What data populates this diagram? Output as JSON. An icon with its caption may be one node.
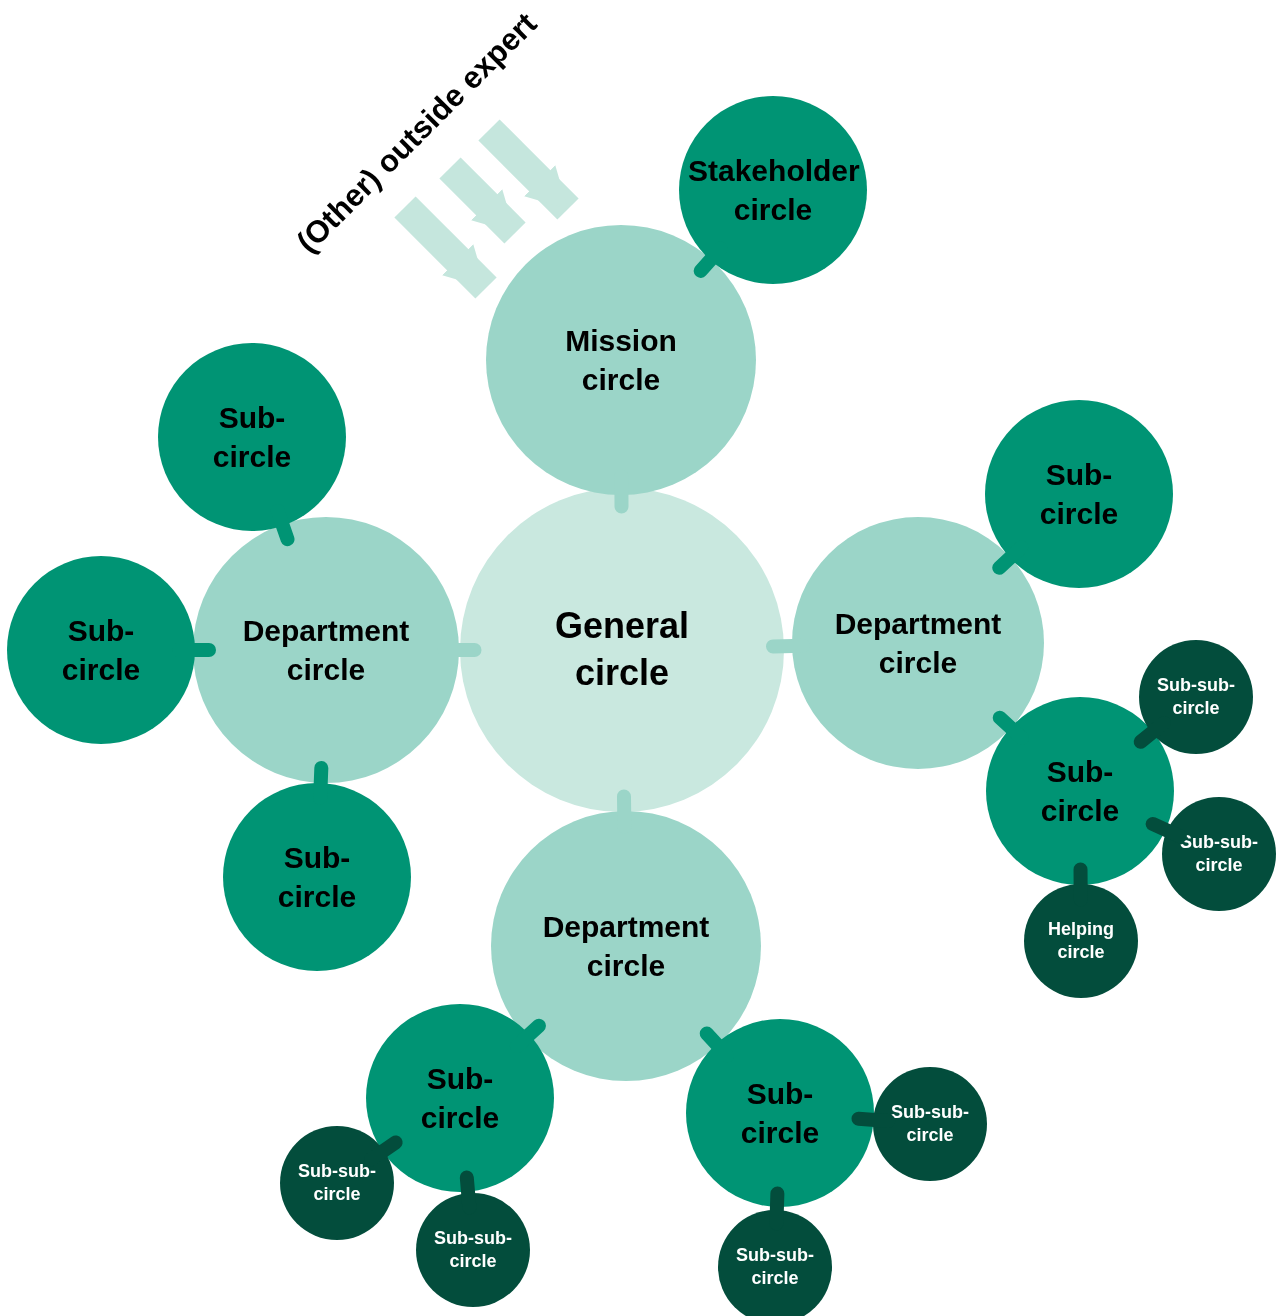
{
  "diagram": {
    "nodes": [
      {
        "text": [
          "General circle"
        ]
      },
      {
        "text": [
          "Mission circle"
        ]
      },
      {
        "text": [
          "Stakeholder circle"
        ]
      },
      {
        "text": [
          "Department circle"
        ]
      },
      {
        "text": [
          "Sub-circle"
        ]
      },
      {
        "text": [
          "Sub-circle"
        ]
      },
      {
        "text": [
          "Sub-circle"
        ]
      },
      {
        "text": [
          "Department circle"
        ]
      },
      {
        "text": [
          "Sub-circle"
        ]
      },
      {
        "text": [
          "Sub-circle"
        ]
      },
      {
        "text": [
          "Sub-sub-circle"
        ]
      },
      {
        "text": [
          "Sub-sub-circle"
        ]
      },
      {
        "text": [
          "Helping circle"
        ]
      },
      {
        "text": [
          "Department circle"
        ]
      },
      {
        "text": [
          "Sub-circle"
        ]
      },
      {
        "text": [
          "Sub-sub-circle"
        ]
      },
      {
        "text": [
          "Sub-sub-circle"
        ]
      },
      {
        "text": [
          "Sub-circle"
        ]
      },
      {
        "text": [
          "Sub-sub-circle"
        ]
      },
      {
        "text": [
          "Sub-sub-circle"
        ]
      },
      {
        "text": [
          "(Other) outside expert"
        ]
      }
    ],
    "edges": [
      {
        "from": 1,
        "to": 0,
        "arrow": "none",
        "color": "#9bd5c8"
      },
      {
        "from": 1,
        "to": 2,
        "arrow": "none"
      },
      {
        "from": 0,
        "to": 3,
        "arrow": "none",
        "color": "#9bd5c8"
      },
      {
        "from": 0,
        "to": 7,
        "arrow": "none",
        "color": "#9bd5c8"
      },
      {
        "from": 0,
        "to": 13,
        "arrow": "none",
        "color": "#9bd5c8"
      },
      {
        "from": 3,
        "to": 4,
        "arrow": "none"
      },
      {
        "from": 3,
        "to": 5,
        "arrow": "none"
      },
      {
        "from": 3,
        "to": 6,
        "arrow": "none"
      },
      {
        "from": 7,
        "to": 8,
        "arrow": "none"
      },
      {
        "from": 7,
        "to": 9,
        "arrow": "none"
      },
      {
        "from": 9,
        "to": 10,
        "arrow": "none",
        "color": "#034d3c"
      },
      {
        "from": 9,
        "to": 11,
        "arrow": "none",
        "color": "#034d3c"
      },
      {
        "from": 9,
        "to": 12,
        "arrow": "none",
        "color": "#034d3c"
      },
      {
        "from": 13,
        "to": 14,
        "arrow": "none"
      },
      {
        "from": 13,
        "to": 17,
        "arrow": "none"
      },
      {
        "from": 14,
        "to": 15,
        "arrow": "none",
        "color": "#034d3c"
      },
      {
        "from": 14,
        "to": 16,
        "arrow": "none",
        "color": "#034d3c"
      },
      {
        "from": 17,
        "to": 18,
        "arrow": "none",
        "color": "#034d3c"
      },
      {
        "from": 17,
        "to": 19,
        "arrow": "none",
        "color": "#034d3c"
      },
      {
        "from": 20,
        "to": 1,
        "arrow": "to",
        "style": "thick",
        "color": "#c5e6dd"
      },
      {
        "from": 20,
        "to": 1,
        "arrow": "to",
        "style": "thick",
        "color": "#c5e6dd"
      },
      {
        "from": 20,
        "to": 1,
        "arrow": "to",
        "style": "thick",
        "color": "#c5e6dd"
      }
    ]
  }
}
